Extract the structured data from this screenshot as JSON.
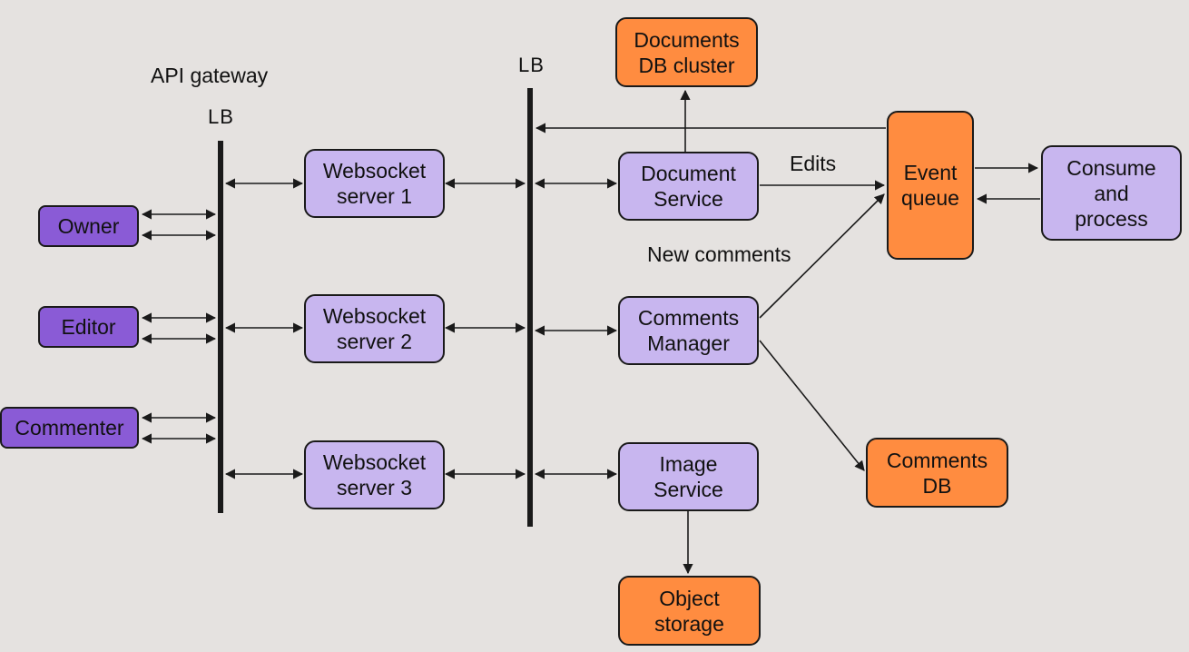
{
  "labels": {
    "api_gateway": "API gateway",
    "lb_left": "LB",
    "lb_right": "LB",
    "edits": "Edits",
    "new_comments": "New comments"
  },
  "clients": {
    "owner": "Owner",
    "editor": "Editor",
    "commenter": "Commenter"
  },
  "websockets": {
    "ws1": "Websocket\nserver 1",
    "ws2": "Websocket\nserver 2",
    "ws3": "Websocket\nserver 3"
  },
  "services": {
    "document": "Document\nService",
    "comments": "Comments\nManager",
    "image": "Image\nService",
    "consume": "Consume\nand\nprocess"
  },
  "stores": {
    "docs_db": "Documents\nDB cluster",
    "event_queue": "Event\nqueue",
    "comments_db": "Comments\nDB",
    "object_storage": "Object\nstorage"
  },
  "colors": {
    "background": "#e5e2e0",
    "client": "#8a5bd6",
    "service": "#c8b6ef",
    "store": "#ff8c40",
    "line": "#1a1a1a"
  }
}
